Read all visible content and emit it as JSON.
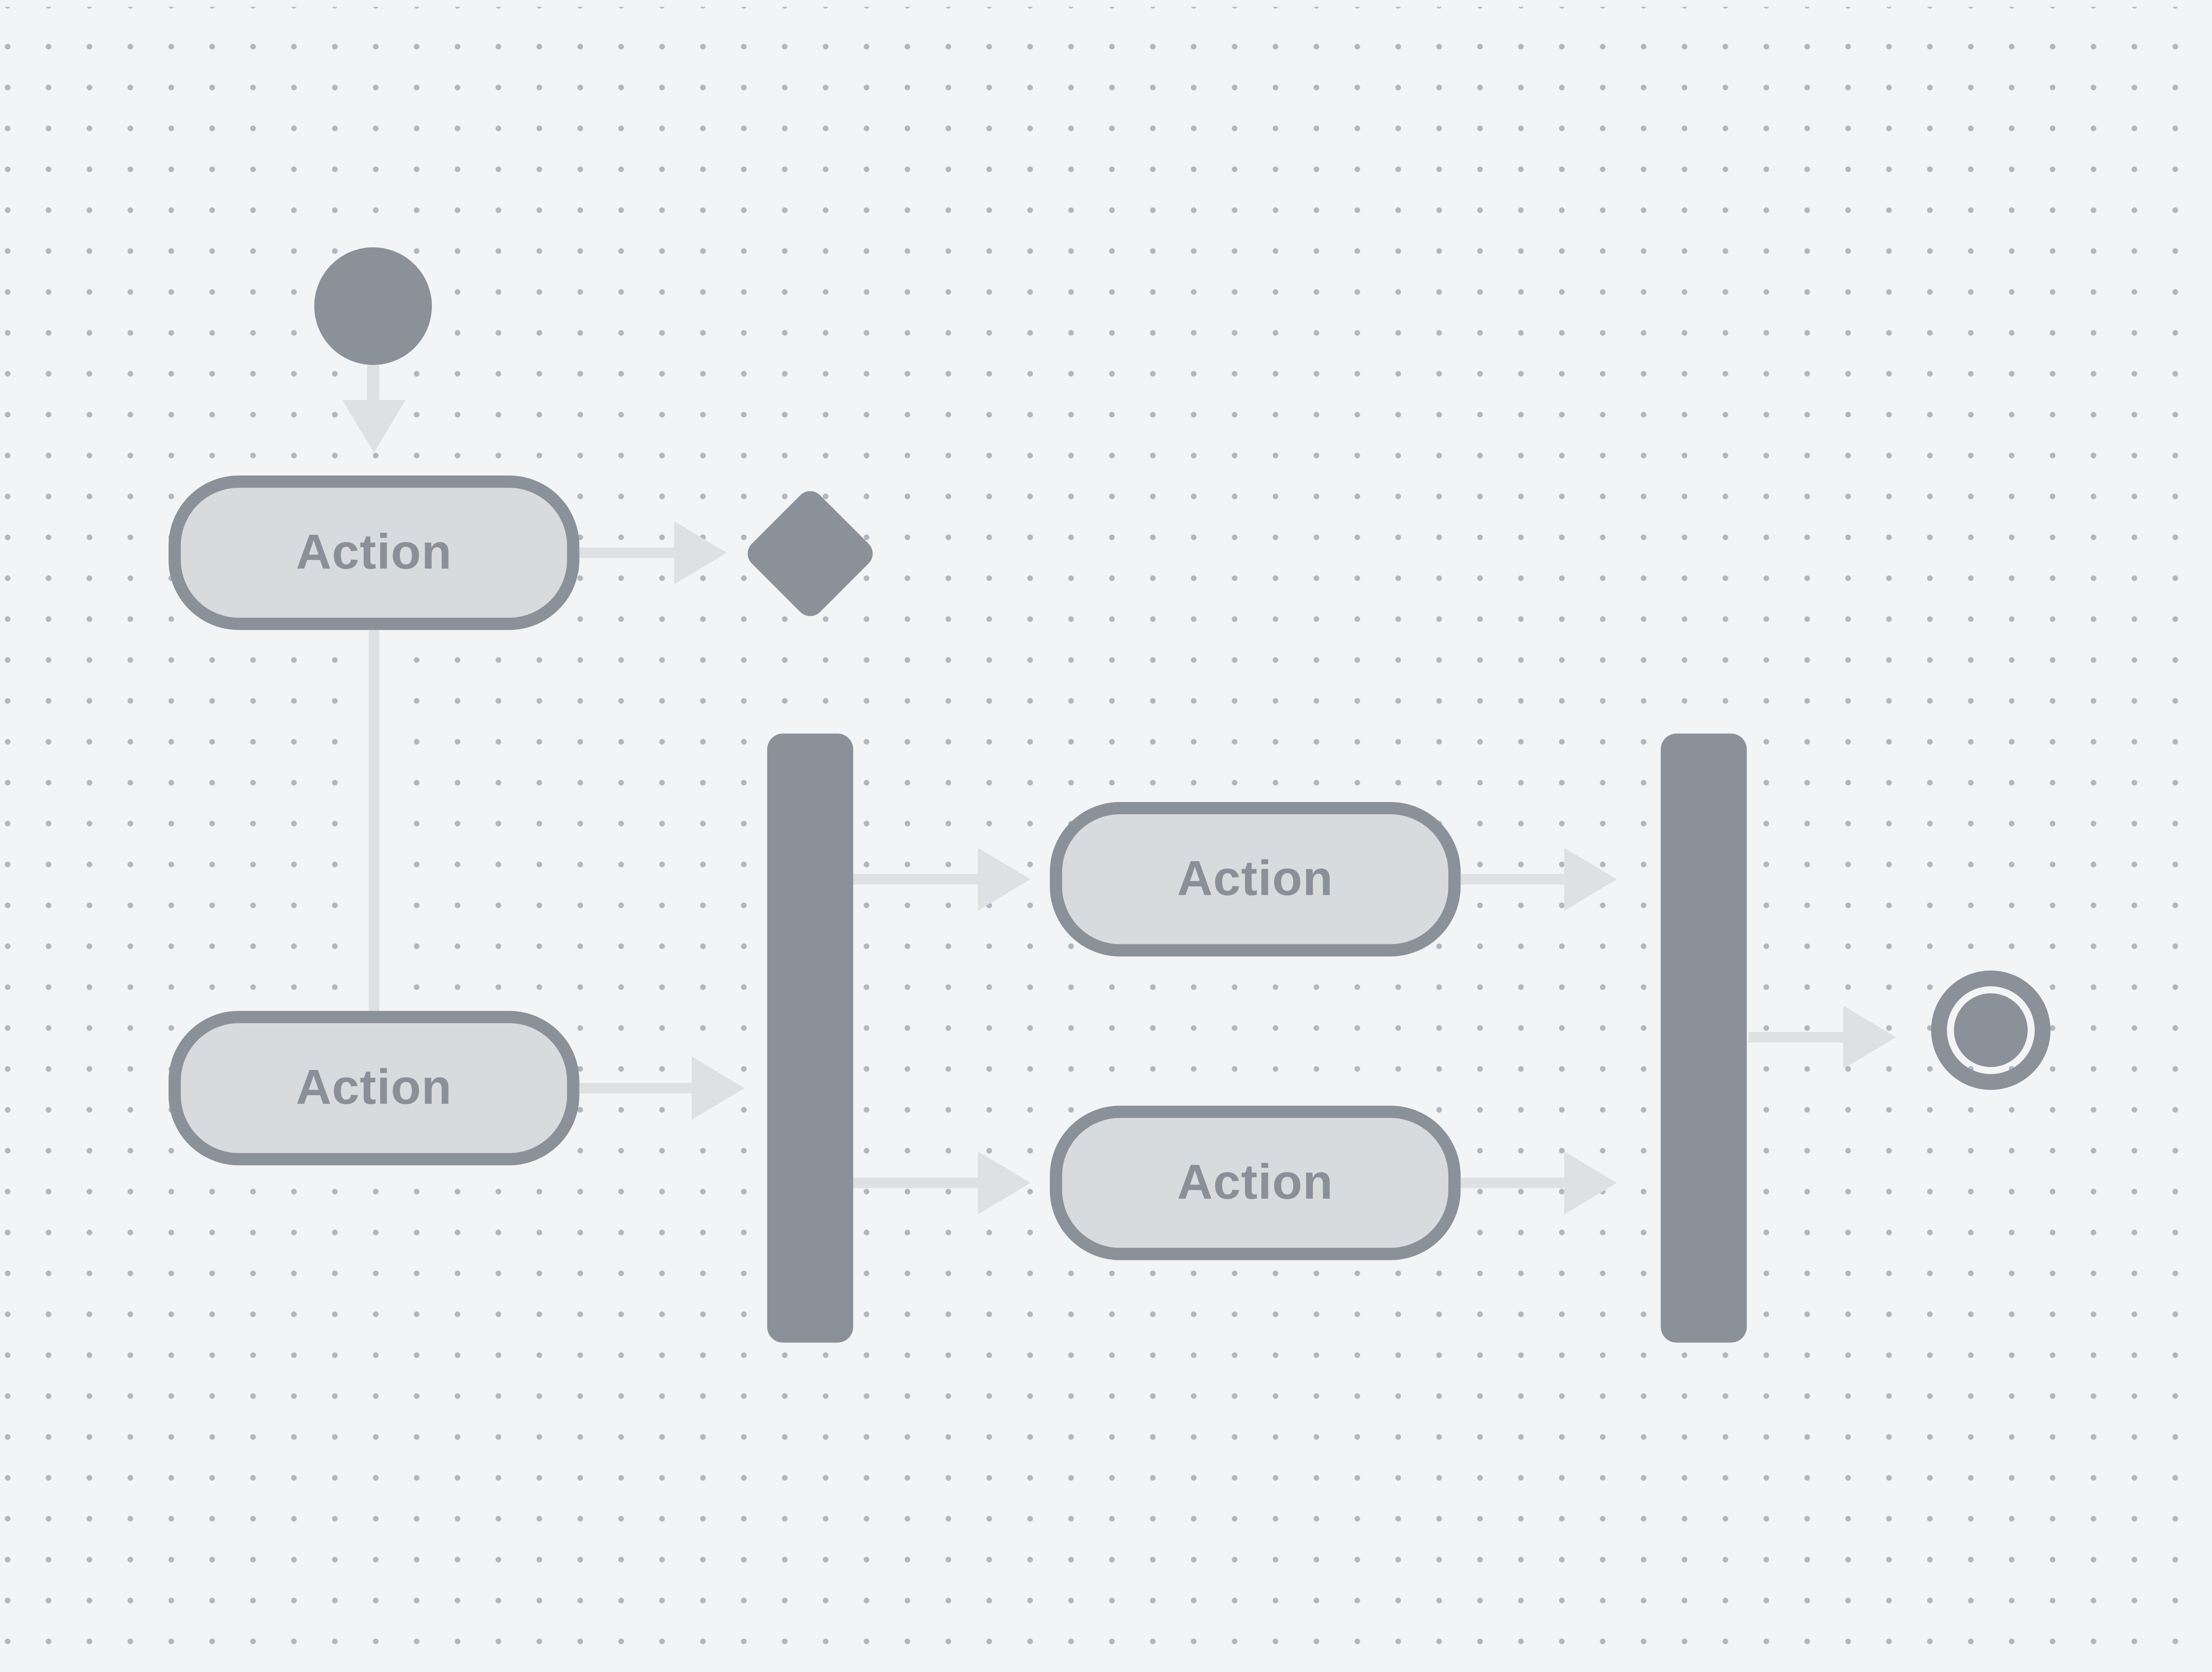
{
  "canvas": {
    "kind": "diagram-editor-canvas",
    "background": "#f3f4f5",
    "dot_color": "#b0b7be"
  },
  "theme": {
    "node_fill": "#d8dbde",
    "node_stroke": "#8b9198",
    "solid_shape_color": "#8b9198",
    "edge_color": "#dde1e4",
    "label_color": "#8a9097"
  },
  "diagram": {
    "type": "uml-activity-diagram",
    "nodes": [
      {
        "id": "initial",
        "kind": "initial-node",
        "label": ""
      },
      {
        "id": "action-1",
        "kind": "action",
        "label": "Action"
      },
      {
        "id": "decision-1",
        "kind": "decision",
        "label": ""
      },
      {
        "id": "action-2",
        "kind": "action",
        "label": "Action"
      },
      {
        "id": "fork-1",
        "kind": "fork-bar",
        "label": ""
      },
      {
        "id": "action-3",
        "kind": "action",
        "label": "Action"
      },
      {
        "id": "action-4",
        "kind": "action",
        "label": "Action"
      },
      {
        "id": "join-1",
        "kind": "join-bar",
        "label": ""
      },
      {
        "id": "final",
        "kind": "final-node",
        "label": ""
      }
    ],
    "edges": [
      {
        "from": "initial",
        "to": "action-1",
        "style": "arrow"
      },
      {
        "from": "action-1",
        "to": "decision-1",
        "style": "arrow"
      },
      {
        "from": "action-1",
        "to": "action-2",
        "style": "line"
      },
      {
        "from": "action-2",
        "to": "fork-1",
        "style": "arrow"
      },
      {
        "from": "fork-1",
        "to": "action-3",
        "style": "arrow"
      },
      {
        "from": "fork-1",
        "to": "action-4",
        "style": "arrow"
      },
      {
        "from": "action-3",
        "to": "join-1",
        "style": "arrow"
      },
      {
        "from": "action-4",
        "to": "join-1",
        "style": "arrow"
      },
      {
        "from": "join-1",
        "to": "final",
        "style": "arrow"
      }
    ]
  }
}
